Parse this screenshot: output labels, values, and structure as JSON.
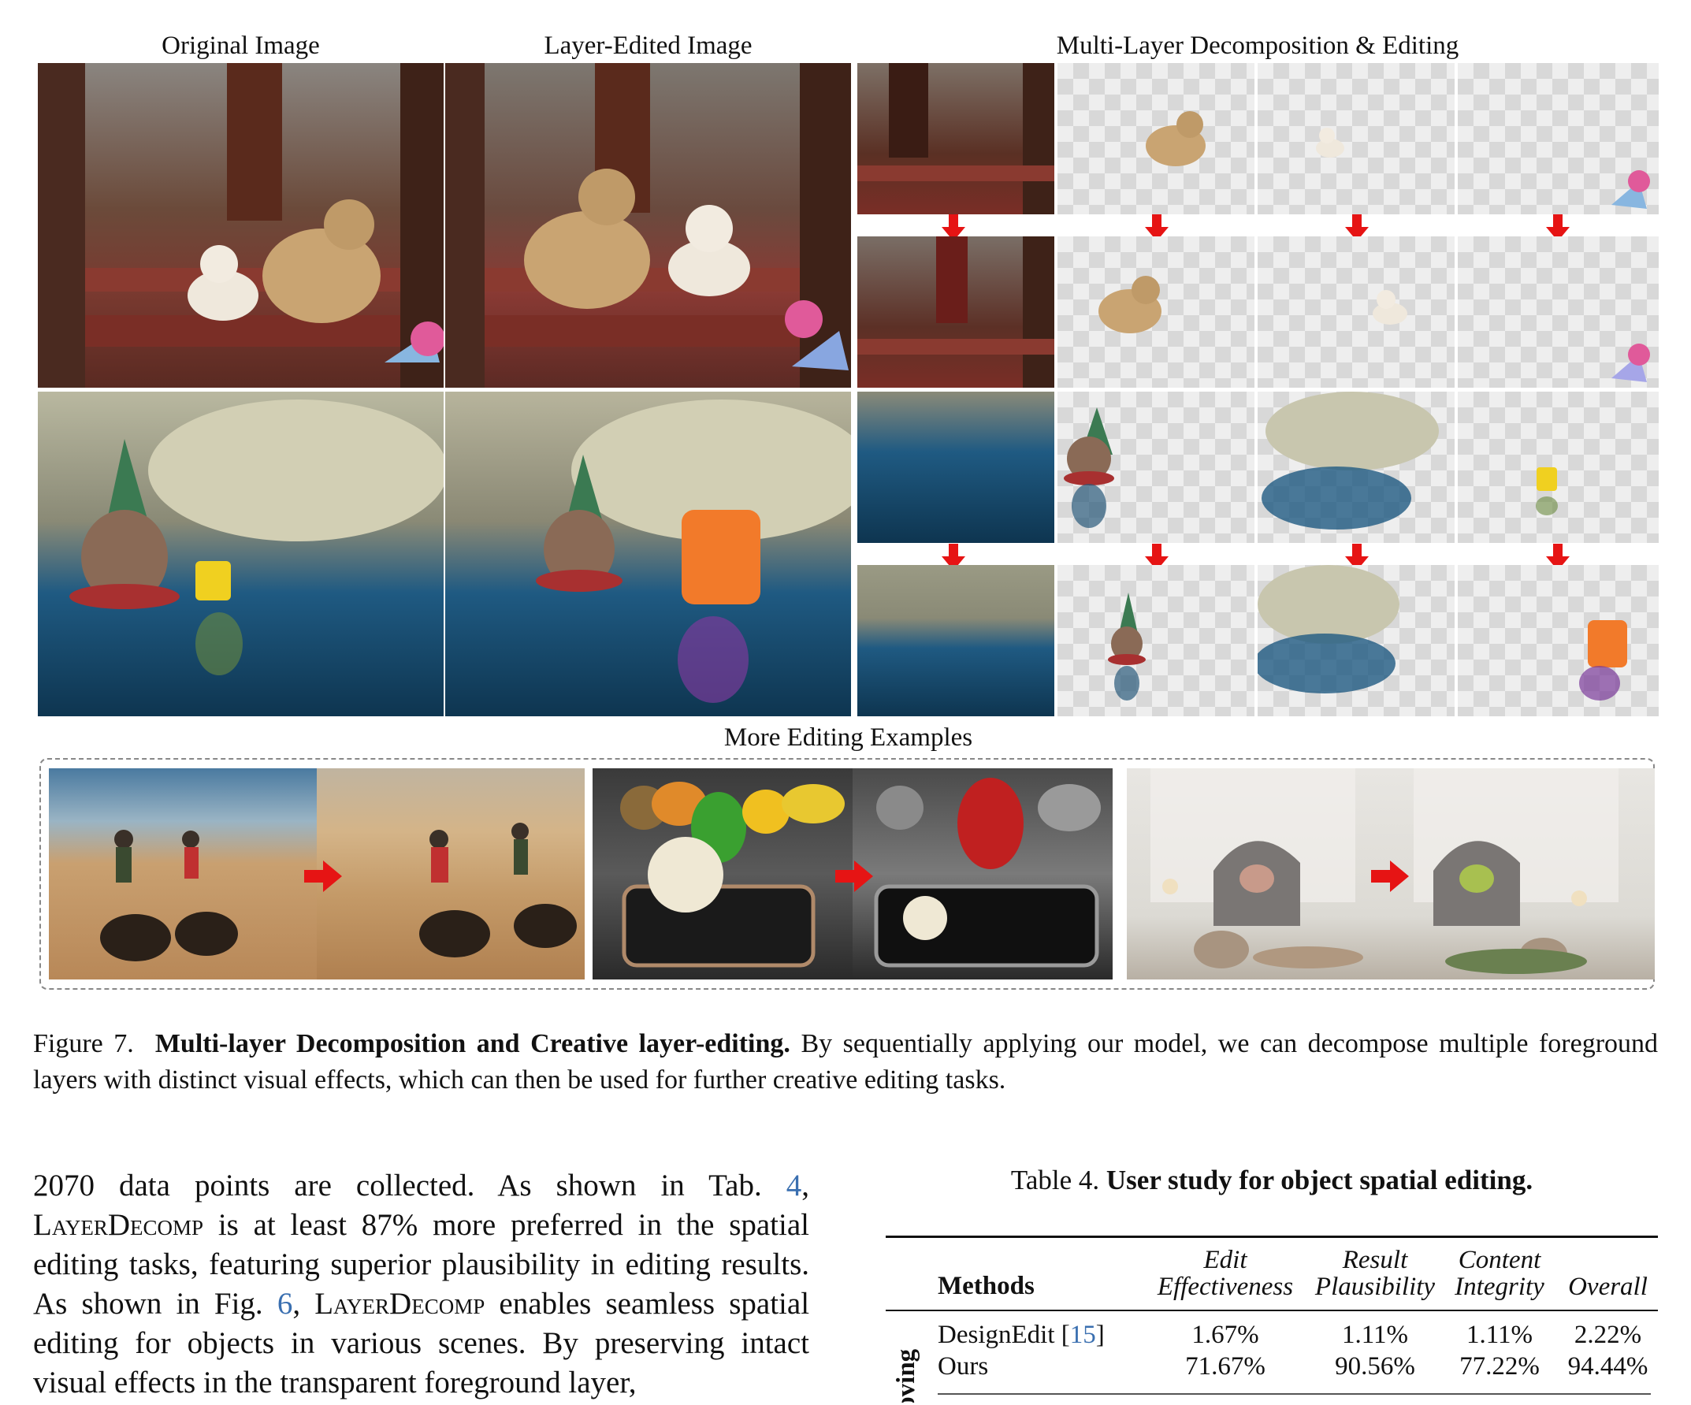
{
  "figure": {
    "headers": {
      "original": "Original Image",
      "edited": "Layer-Edited Image",
      "decomposition": "Multi-Layer Decomposition & Editing",
      "more": "More Editing Examples"
    },
    "arrow_color": "#e61414",
    "caption": {
      "label": "Figure 7.",
      "bold": "Multi-layer Decomposition and Creative layer-editing.",
      "text": "By sequentially applying our model, we can decompose multiple foreground layers with distinct visual effects, which can then be used for further creative editing tasks."
    }
  },
  "body": {
    "p1": "2070 data points are collected.  As shown in Tab.",
    "ref_tab": "4",
    "p1b": ",",
    "name": "LayerDecomp",
    "p2": "is at least 87% more preferred in the spatial editing tasks, featuring superior plausibility in editing results.  As shown in Fig.",
    "ref_fig": "6",
    "p3": ",",
    "p4": "enables seamless spatial editing for objects in various scenes. By preserving intact visual effects in the transparent foreground layer,"
  },
  "table": {
    "caption_label": "Table 4.",
    "caption_bold": "User study for object spatial editing.",
    "columns": {
      "methods": "Methods",
      "c1a": "Edit",
      "c1b": "Effectiveness",
      "c2a": "Result",
      "c2b": "Plausibility",
      "c3a": "Content",
      "c3b": "Integrity",
      "c4": "Overall"
    },
    "group_label": "Moving",
    "rows": [
      {
        "method": "DesignEdit",
        "ref": "15",
        "v1": "1.67%",
        "v2": "1.11%",
        "v3": "1.11%",
        "v4": "2.22%"
      },
      {
        "method": "Ours",
        "ref": "",
        "v1": "71.67%",
        "v2": "90.56%",
        "v3": "77.22%",
        "v4": "94.44%"
      }
    ]
  }
}
